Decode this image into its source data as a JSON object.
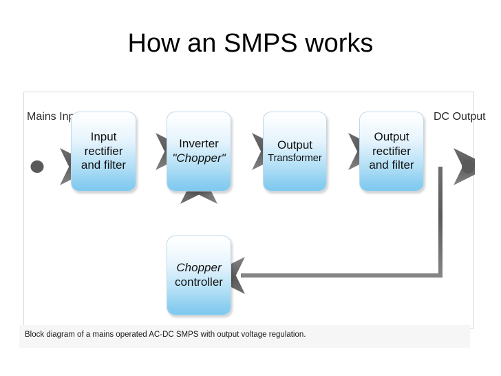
{
  "slide": {
    "title": "How an SMPS works"
  },
  "figure": {
    "caption": "Block diagram of a mains operated AC-DC SMPS with output voltage regulation.",
    "edge_labels": {
      "input": "Mains\nInput",
      "input_line1": "Mains",
      "input_line2": "Input",
      "output_line1": "DC",
      "output_line2": "Output"
    },
    "blocks": [
      {
        "id": "input-rectifier",
        "lines": [
          "Input",
          "rectifier",
          "and filter"
        ],
        "line1": "Input",
        "line2": "rectifier",
        "line3": "and filter"
      },
      {
        "id": "inverter",
        "lines": [
          "Inverter",
          "\"Chopper\""
        ],
        "line1": "Inverter",
        "line2": "\"Chopper\""
      },
      {
        "id": "output-transformer",
        "lines": [
          "Output",
          "Transformer"
        ],
        "line1": "Output",
        "line2": "Transformer"
      },
      {
        "id": "output-rectifier",
        "lines": [
          "Output",
          "rectifier",
          "and filter"
        ],
        "line1": "Output",
        "line2": "rectifier",
        "line3": "and filter"
      },
      {
        "id": "chopper-controller",
        "lines": [
          "Chopper",
          "controller"
        ],
        "line1": "Chopper",
        "line2": "controller"
      }
    ],
    "colors": {
      "block_gradient_top": "#ffffff",
      "block_gradient_bottom": "#7ec9ef",
      "block_border": "#bfd9e6",
      "arrow": "#5a5a5a",
      "frame_border": "#d8d8d8",
      "caption_band": "#f6f6f6",
      "page_background": "#ffffff",
      "title_color": "#000000"
    }
  }
}
